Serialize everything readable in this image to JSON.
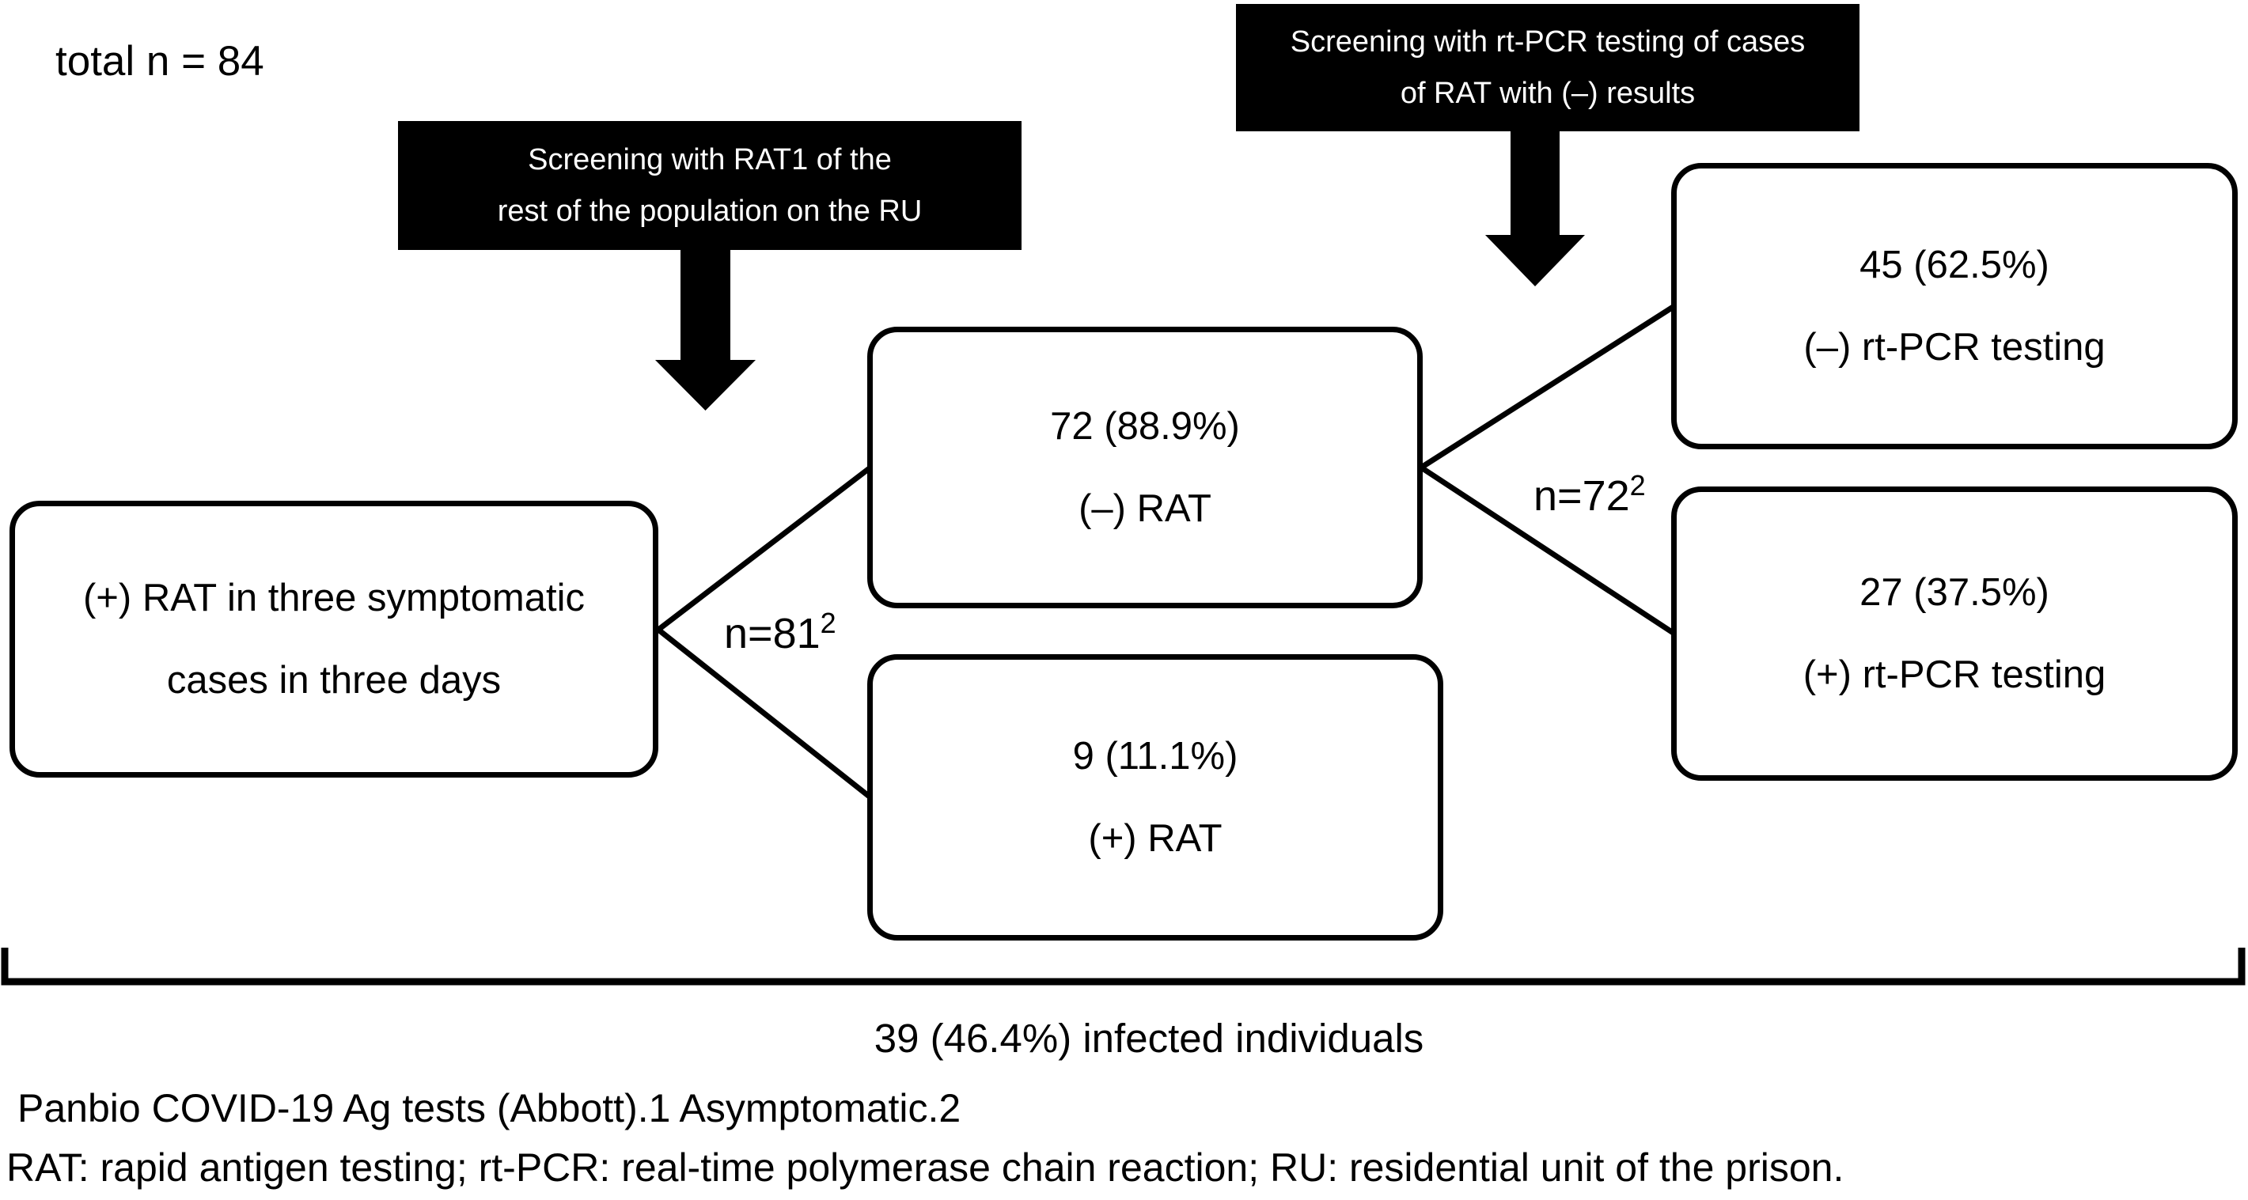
{
  "figure": {
    "total_label": "total n = 84",
    "callouts": {
      "rat_screening": {
        "line1": "Screening with RAT1 of the",
        "line2": "rest of the population on the RU"
      },
      "pcr_screening": {
        "line1": "Screening with rt-PCR testing of cases",
        "line2": "of RAT with (–) results"
      }
    },
    "nodes": {
      "left": {
        "line1": "(+) RAT in three symptomatic",
        "line2": "cases in three days"
      },
      "mid_top": {
        "line1": "72 (88.9%)",
        "line2": "(–) RAT"
      },
      "mid_bottom": {
        "line1": "9 (11.1%)",
        "line2": "(+) RAT"
      },
      "right_top": {
        "line1": "45 (62.5%)",
        "line2": "(–) rt-PCR testing"
      },
      "right_bottom": {
        "line1": "27 (37.5%)",
        "line2": "(+) rt-PCR testing"
      }
    },
    "branch_labels": {
      "n81": {
        "base": "n=81",
        "sup": "2"
      },
      "n72": {
        "base": "n=72",
        "sup": "2"
      }
    },
    "bracket_label": "39 (46.4%) infected individuals",
    "footnotes": {
      "line1": "Panbio COVID-19 Ag tests (Abbott).1 Asymptomatic.2",
      "line2": "RAT: rapid antigen testing; rt-PCR: real-time polymerase chain reaction; RU: residential unit of the prison."
    },
    "colors": {
      "ink": "#000000",
      "paper": "#ffffff"
    }
  }
}
